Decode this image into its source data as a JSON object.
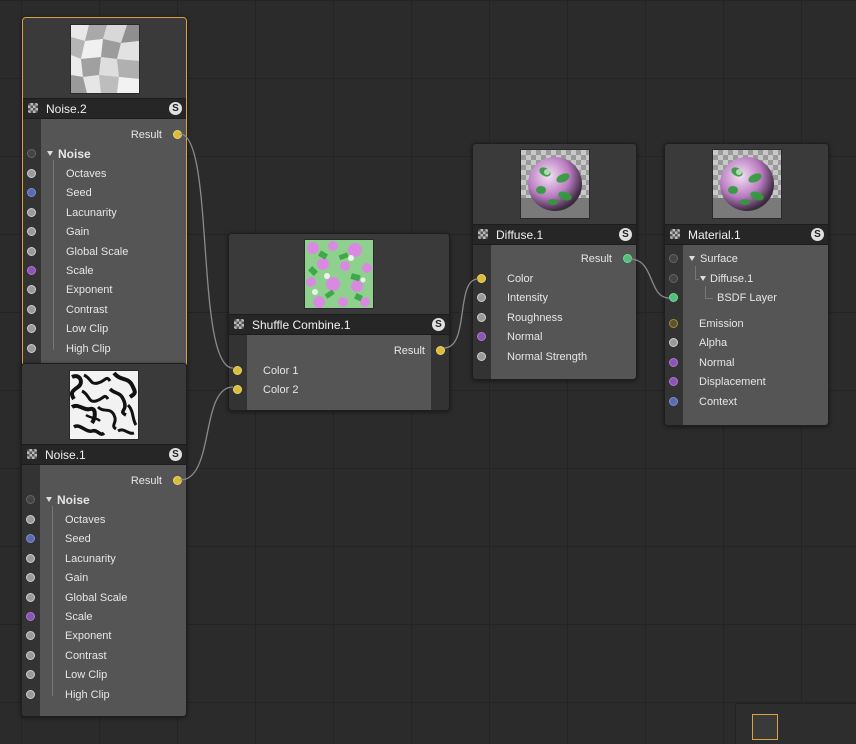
{
  "nodes": {
    "noise2": {
      "title": "Noise.2",
      "badge": "S",
      "output": "Result",
      "group": "Noise",
      "params": [
        "Octaves",
        "Seed",
        "Lacunarity",
        "Gain",
        "Global Scale",
        "Scale",
        "Exponent",
        "Contrast",
        "Low Clip",
        "High Clip"
      ]
    },
    "noise1": {
      "title": "Noise.1",
      "badge": "S",
      "output": "Result",
      "group": "Noise",
      "params": [
        "Octaves",
        "Seed",
        "Lacunarity",
        "Gain",
        "Global Scale",
        "Scale",
        "Exponent",
        "Contrast",
        "Low Clip",
        "High Clip"
      ]
    },
    "shuffle": {
      "title": "Shuffle Combine.1",
      "badge": "S",
      "output": "Result",
      "inputs": [
        "Color 1",
        "Color 2"
      ]
    },
    "diffuse": {
      "title": "Diffuse.1",
      "badge": "S",
      "output": "Result",
      "inputs": [
        "Color",
        "Intensity",
        "Roughness",
        "Normal",
        "Normal Strength"
      ]
    },
    "material": {
      "title": "Material.1",
      "badge": "S",
      "surface": "Surface",
      "diffuse_child": "Diffuse.1",
      "bsdf": "BSDF Layer",
      "inputs": [
        "Emission",
        "Alpha",
        "Normal",
        "Displacement",
        "Context"
      ]
    }
  },
  "colors": {
    "selection": "#d9a53a",
    "port_yellow": "#d9bd3a",
    "port_green": "#4fbf7a",
    "port_blue": "#5a6bb0",
    "port_purple": "#8a55b5",
    "port_grey": "#9a9a9a"
  }
}
